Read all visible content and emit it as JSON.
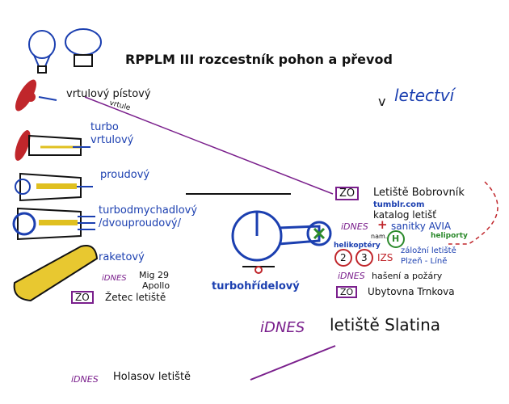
{
  "title": "RPPLM III rozcestník pohon a převod",
  "title_suffix": "v",
  "title_accent": "letectví",
  "engines": [
    {
      "label": "vrtulový pístový",
      "sub": "vrtule"
    },
    {
      "label": "turbo vrtulový"
    },
    {
      "label": "proudový"
    },
    {
      "label": "turbodmychadlový /dvouproudový/"
    },
    {
      "label": "raketový"
    }
  ],
  "rocket_notes": {
    "source": "iDNES",
    "lines": [
      "Mig 29",
      "Apollo"
    ]
  },
  "zetec": {
    "badge": "ZO",
    "label": "Žetec letiště"
  },
  "helicopter_label": "turbohřídelový",
  "right": {
    "bobrovnik": {
      "badge": "ZO",
      "label": "Letiště Bobrovník"
    },
    "tumblr": "tumblr.com",
    "katalog": "katalog letišť",
    "sanitky": {
      "source": "iDNES",
      "label": "sanitky AVIA"
    },
    "nam": "nam.",
    "heliport_symbol": "H",
    "heliporty": "heliporty",
    "vrtulniky": "helikoptéry",
    "izs": {
      "n1": "2",
      "n2": "3",
      "label": "IZS"
    },
    "zalozni": [
      "záložní letiště",
      "Plzeň - Líně"
    ],
    "haseni": {
      "source": "iDNES",
      "label": "hašení a požáry"
    },
    "ubytovna": {
      "badge": "ZO",
      "label": "Ubytovna Trnkova"
    }
  },
  "slatina": {
    "source": "iDNES",
    "label": "letiště Slatina"
  },
  "holasov": {
    "source": "iDNES",
    "label": "Holasov letiště"
  }
}
